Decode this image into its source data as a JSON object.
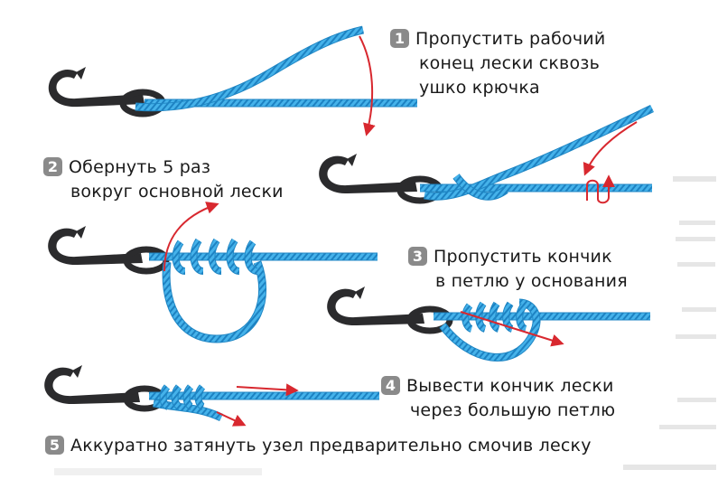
{
  "steps": [
    {
      "num": "1",
      "lines": [
        "Пропустить рабочий",
        "конец лески сквозь",
        "ушко крючка"
      ]
    },
    {
      "num": "2",
      "lines": [
        "Обернуть 5 раз",
        "вокруг основной лески"
      ]
    },
    {
      "num": "3",
      "lines": [
        "Пропустить кончик",
        "в петлю у основания"
      ]
    },
    {
      "num": "4",
      "lines": [
        "Вывести кончик лески",
        "через большую петлю"
      ]
    },
    {
      "num": "5",
      "lines": [
        "Аккуратно затянуть узел предварительно смочив леску"
      ]
    }
  ],
  "colors": {
    "line": "#3aa6e0",
    "line_dark": "#1f86c4",
    "hook": "#2b2b2d",
    "arrow": "#d8282f",
    "badge": "#8a8a8a"
  },
  "icons": [
    "fishing-hook-icon",
    "red-arrow-icon"
  ]
}
